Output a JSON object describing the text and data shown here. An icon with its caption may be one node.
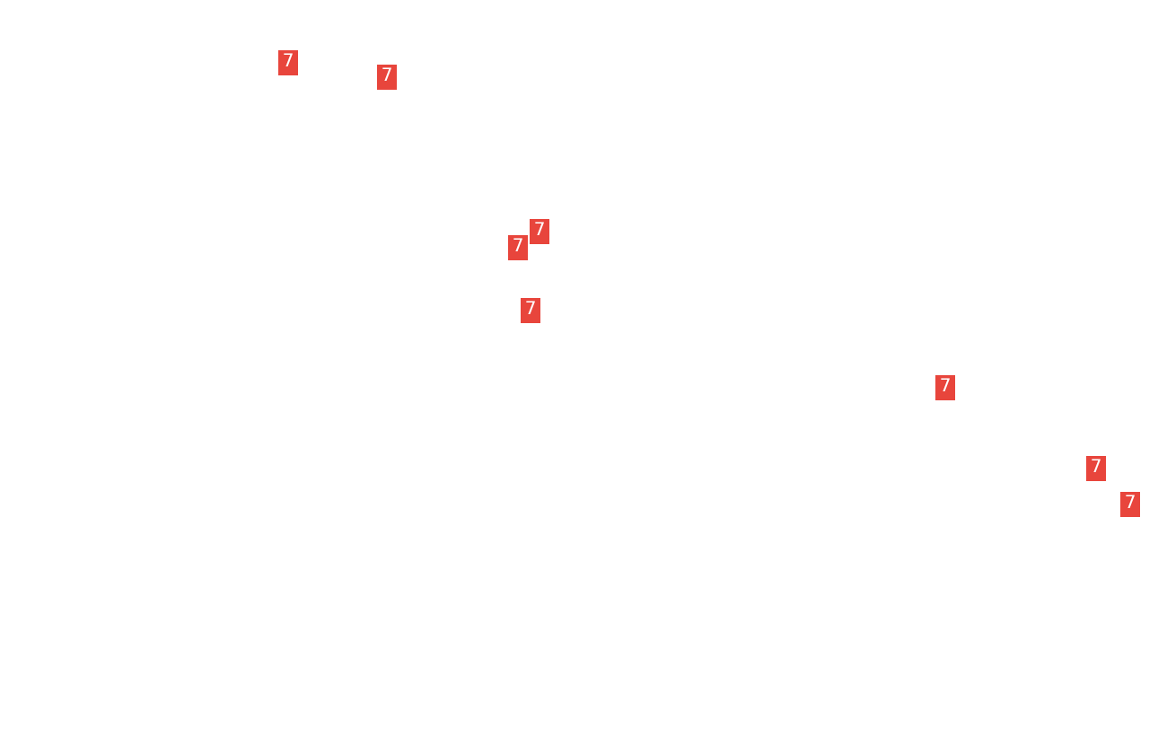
{
  "diagram": {
    "nodes": [
      {
        "text": [
          "7"
        ]
      },
      {
        "text": [
          "7"
        ]
      },
      {
        "text": [
          "7"
        ]
      },
      {
        "text": [
          "7"
        ]
      },
      {
        "text": [
          "7"
        ]
      },
      {
        "text": [
          "7"
        ]
      },
      {
        "text": [
          "7"
        ]
      },
      {
        "text": [
          "7"
        ]
      }
    ]
  }
}
